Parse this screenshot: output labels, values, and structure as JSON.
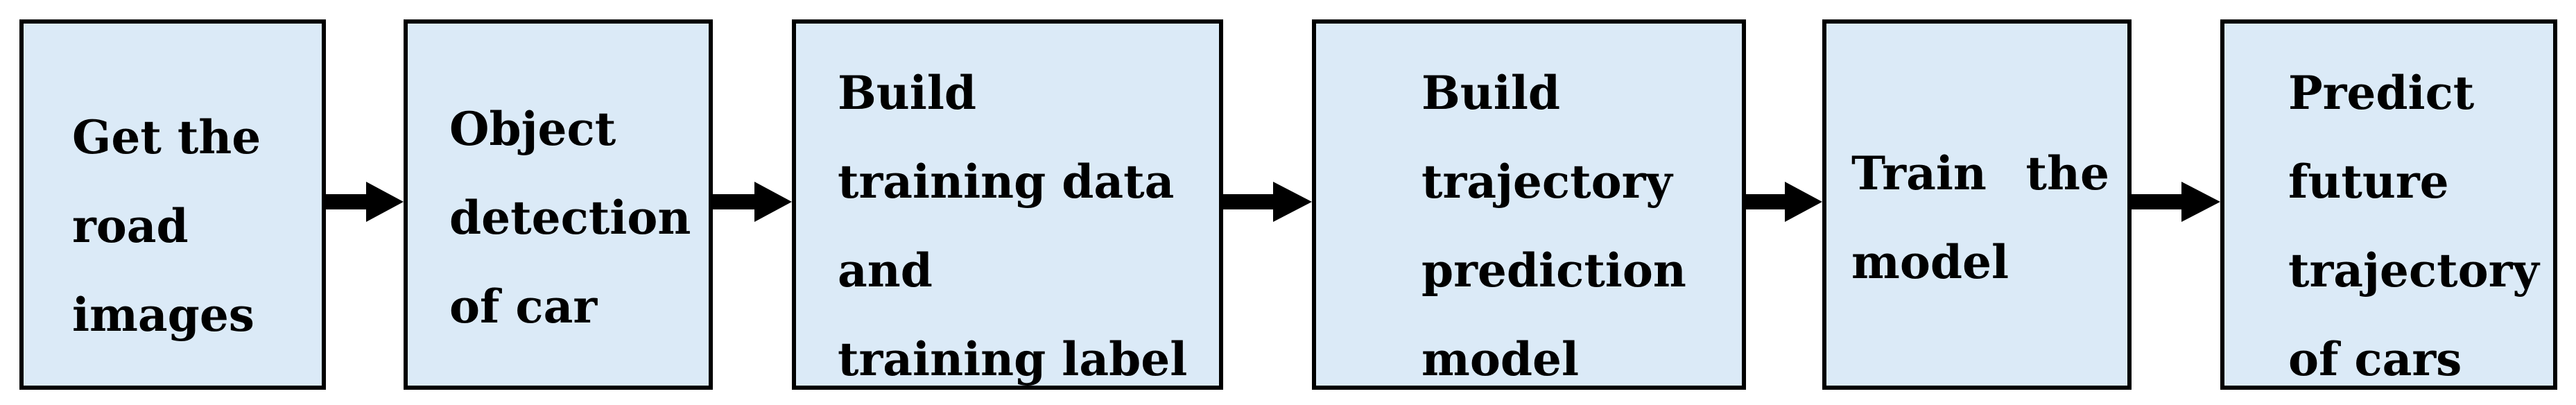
{
  "diagram": {
    "steps": [
      {
        "lines": [
          "Get the",
          "road",
          "images"
        ]
      },
      {
        "lines": [
          "Object",
          "detection",
          "of car"
        ]
      },
      {
        "lines": [
          "Build",
          "training data",
          "and",
          "training label"
        ]
      },
      {
        "lines": [
          "Build",
          "trajectory",
          "prediction",
          "model"
        ]
      },
      {
        "lines": [
          [
            "Train",
            "the"
          ],
          "model"
        ]
      },
      {
        "lines": [
          "Predict",
          "future",
          "trajectory",
          "of cars"
        ]
      }
    ],
    "colors": {
      "box_fill": "#dbeaf7",
      "box_border": "#000000",
      "arrow": "#000000",
      "text": "#000000"
    }
  }
}
